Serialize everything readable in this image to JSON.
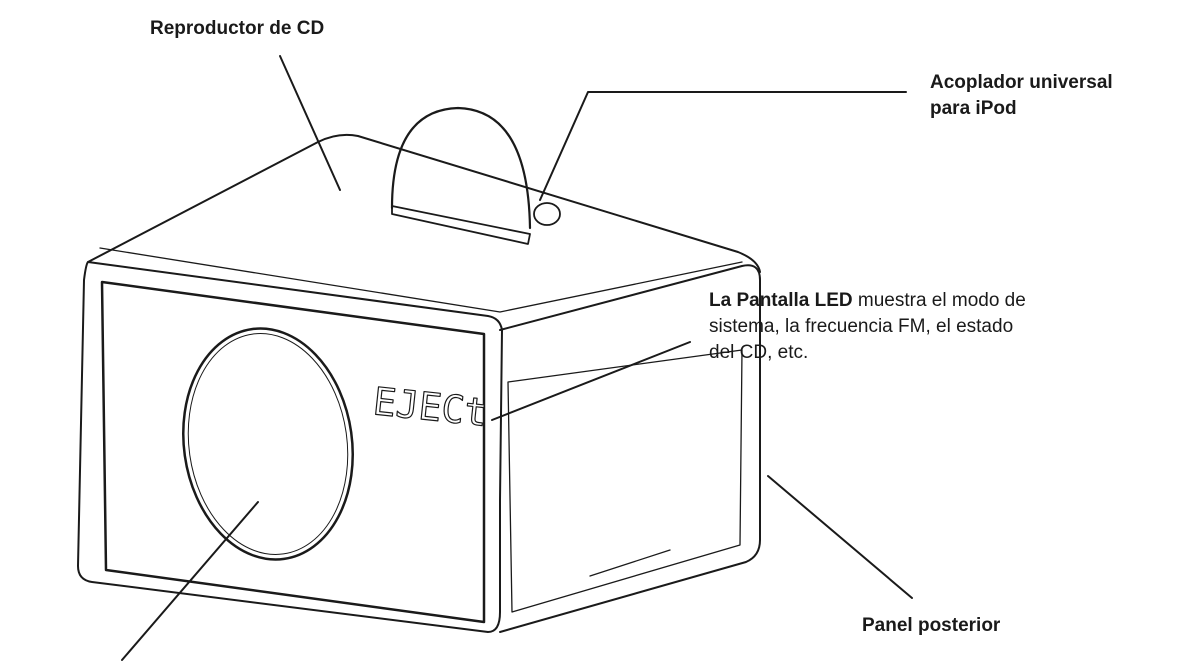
{
  "labels": {
    "cd_player": "Reproductor de CD",
    "ipod_dock_line1": "Acoplador universal",
    "ipod_dock_line2": "para iPod",
    "led_bold": "La Pantalla LED",
    "led_rest_line1": " muestra el modo de",
    "led_line2": "sistema, la frecuencia FM, el estado",
    "led_line3": "del CD, etc.",
    "rear_panel": "Panel posterior"
  },
  "device": {
    "display_text": "EJECt"
  },
  "colors": {
    "stroke": "#1a1a1a",
    "background": "#ffffff"
  }
}
